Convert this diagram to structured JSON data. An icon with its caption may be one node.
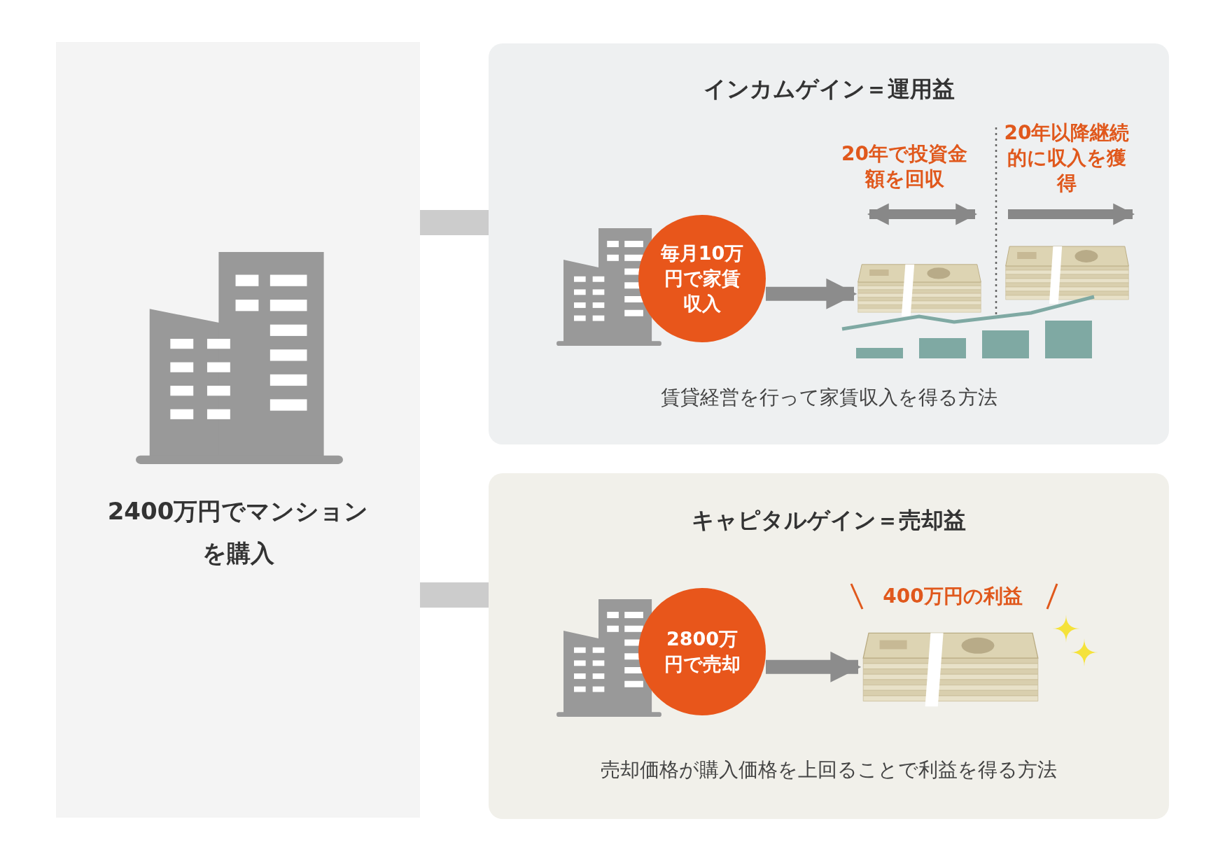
{
  "diagram": {
    "nodes": [
      {
        "text": [
          "2400万円でマンションを購入"
        ]
      },
      {
        "text": [
          "インカムゲイン＝運用益",
          "賃貸経営を行って家賃収入を得る方法"
        ]
      },
      {
        "text": [],
        "shape": "picture",
        "in": 1
      },
      {
        "text": [
          "毎月10万円で家賃収入"
        ],
        "in": 1
      },
      {
        "text": [],
        "shape": "picture",
        "in": 1
      },
      {
        "text": [
          "キャピタルゲイン＝売却益",
          "売却価格が購入価格を上回ることで利益を得る方法"
        ]
      },
      {
        "text": [],
        "shape": "picture",
        "in": 5
      },
      {
        "text": [
          "2800万円で売却"
        ],
        "in": 5
      },
      {
        "text": [],
        "shape": "picture",
        "in": 5
      }
    ],
    "edges": [
      {
        "from": 0,
        "to": 1,
        "arrow": "none",
        "style": "thick"
      },
      {
        "from": 0,
        "to": 5,
        "arrow": "none",
        "style": "thick"
      },
      {
        "from": 3,
        "to": 4,
        "arrow": "to"
      },
      {
        "from": 7,
        "to": 8,
        "arrow": "to"
      }
    ],
    "labels": [
      "20年以降継続的に収入を獲得",
      "20年で投資金額を回収",
      "400万円の利益"
    ]
  }
}
